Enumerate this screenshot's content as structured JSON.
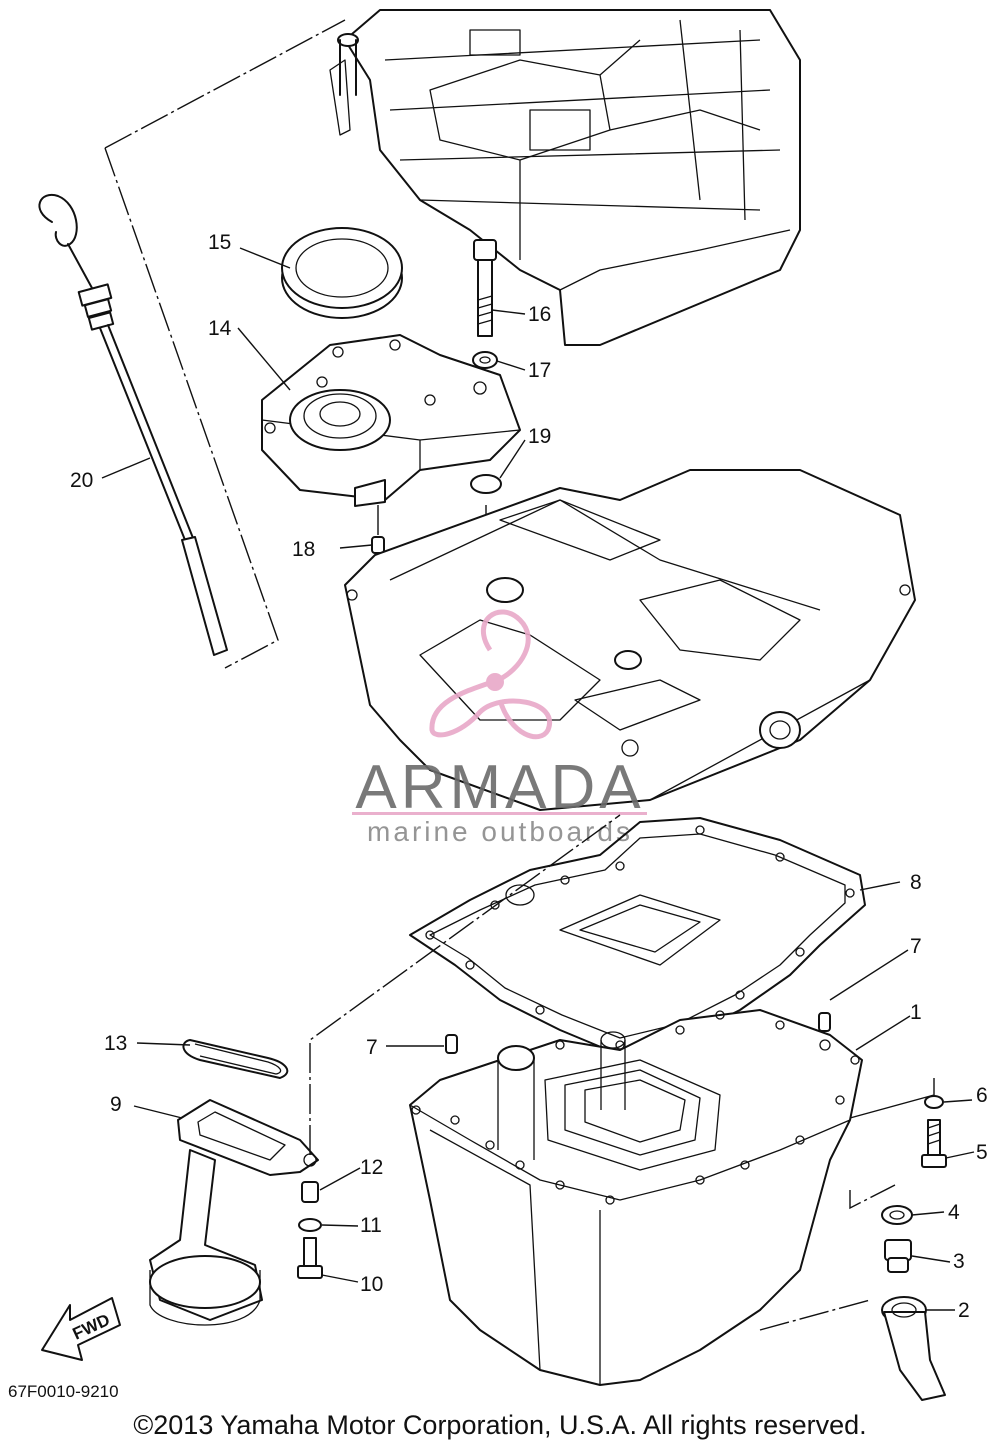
{
  "callouts": [
    {
      "id": "c1",
      "text": "1"
    },
    {
      "id": "c2",
      "text": "2"
    },
    {
      "id": "c3",
      "text": "3"
    },
    {
      "id": "c4",
      "text": "4"
    },
    {
      "id": "c5",
      "text": "5"
    },
    {
      "id": "c6",
      "text": "6"
    },
    {
      "id": "c7a",
      "text": "7"
    },
    {
      "id": "c7b",
      "text": "7"
    },
    {
      "id": "c8",
      "text": "8"
    },
    {
      "id": "c9",
      "text": "9"
    },
    {
      "id": "c10",
      "text": "10"
    },
    {
      "id": "c11",
      "text": "11"
    },
    {
      "id": "c12",
      "text": "12"
    },
    {
      "id": "c13",
      "text": "13"
    },
    {
      "id": "c14",
      "text": "14"
    },
    {
      "id": "c15",
      "text": "15"
    },
    {
      "id": "c16",
      "text": "16"
    },
    {
      "id": "c17",
      "text": "17"
    },
    {
      "id": "c18",
      "text": "18"
    },
    {
      "id": "c19",
      "text": "19"
    },
    {
      "id": "c20",
      "text": "20"
    }
  ],
  "fwd_label": "FWD",
  "diagram_code": "67F0010-9210",
  "copyright": "©2013 Yamaha Motor Corporation, U.S.A. All rights reserved.",
  "watermark": {
    "brand": "ARMADA",
    "tagline": "marine outboards",
    "color": "#e8a8c8"
  }
}
